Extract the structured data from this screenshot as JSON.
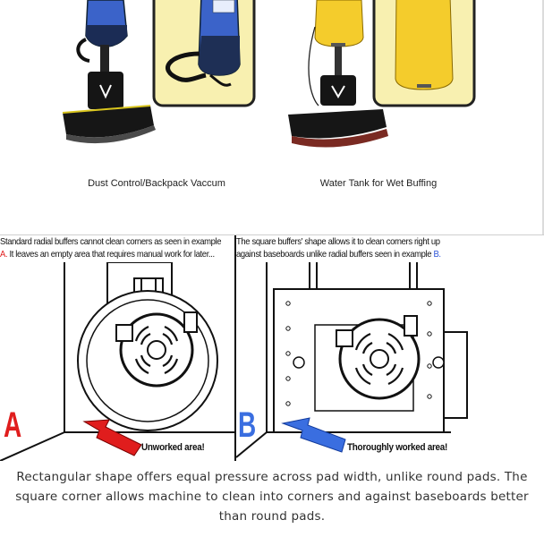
{
  "product_captions": {
    "left": "Dust Control/Backpack Vaccum",
    "right": "Water Tank for Wet Buffing"
  },
  "comparison": {
    "left": {
      "title_line1": "Standard radial buffers cannot clean corners as seen in example",
      "title_line2_letter": "A.",
      "title_line2_rest": "It leaves an empty area that requires manual work for later...",
      "letter": "A",
      "arrow_label": "Unworked area!",
      "accent": "#e01d1d"
    },
    "right": {
      "title_line1": "The square buffers' shape allows it to clean corners  right up",
      "title_line2_rest": "against baseboards unlike radial buffers seen in example",
      "title_line2_letter": "B.",
      "letter": "B",
      "arrow_label": "Thoroughly worked area!",
      "accent": "#3a6ee0"
    }
  },
  "description": "Rectangular shape offers equal pressure across pad width, unlike round pads. The square corner allows machine to clean into corners and against baseboards better than round pads."
}
